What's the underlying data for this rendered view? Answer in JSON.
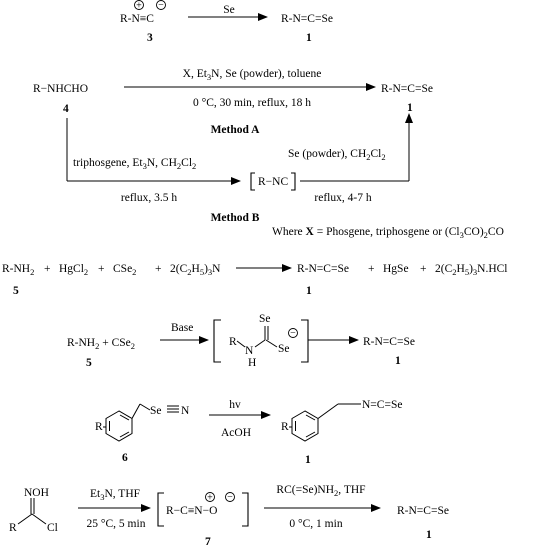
{
  "r1": {
    "reactant": "R-N≡C",
    "reagent": "Se",
    "product": "R-N=C=Se",
    "reactant_label": "3",
    "product_label": "1"
  },
  "r2": {
    "reactant": "R−NHCHO",
    "reactant_label": "4",
    "methodA_top": "X, Et3N, Se (powder), toluene",
    "methodA_bottom": "0 °C, 30 min, reflux, 18 h",
    "methodA_title": "Method A",
    "product": "R-N=C=Se",
    "product_label": "1",
    "methodB_step1_top": "triphosgene, Et3N, CH2Cl2",
    "methodB_step1_bottom": "reflux, 3.5 h",
    "intermediate": "R−NC",
    "methodB_step2_top": "Se (powder), CH2Cl2",
    "methodB_step2_bottom": "reflux, 4-7 h",
    "methodB_title": "Method B",
    "where_note": "Where X = Phosgene, triphosgene or (Cl3CO)2CO"
  },
  "r3": {
    "reactant1": "R-NH2",
    "reactant2": "HgCl2",
    "reactant3": "CSe2",
    "reactant4": "2(C2H5)3N",
    "product1": "R-N=C=Se",
    "product2": "HgSe",
    "product3": "2(C2H5)3N.HCl",
    "reactant_label": "5",
    "product_label": "1"
  },
  "r4": {
    "reactants": "R-NH2 + CSe2",
    "reagent": "Base",
    "product": "R-N=C=Se",
    "reactant_label": "5",
    "product_label": "1",
    "inter_se_top": "Se",
    "inter_se_bottom": "Se",
    "inter_r": "R",
    "inter_n": "N",
    "inter_h": "H"
  },
  "r5": {
    "reagent_top": "hv",
    "reagent_bottom": "AcOH",
    "reactant_label": "6",
    "product_label": "1",
    "reactant_group": "Se",
    "reactant_n": "N",
    "product_group": "N=C=Se",
    "r_left": "R",
    "r_right": "R"
  },
  "r6": {
    "oxime_top": "NOH",
    "oxime_r": "R",
    "oxime_cl": "Cl",
    "step1_top": "Et3N, THF",
    "step1_bottom": "25 °C, 5 min",
    "intermediate": "R−C≡N−O",
    "intermediate_label": "7",
    "step2_top": "RC(=Se)NH2, THF",
    "step2_bottom": "0 °C, 1 min",
    "product": "R-N=C=Se",
    "product_label": "1"
  }
}
